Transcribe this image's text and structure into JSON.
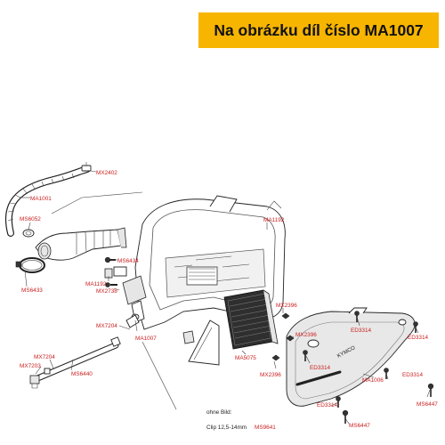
{
  "header": {
    "title": "Na obrázku díl číslo MA1007",
    "highlight_color": "#f7b500"
  },
  "diagram": {
    "label_color": "#cc2020",
    "labels": {
      "ma1001": "MA1001",
      "mx2402": "MX2402",
      "ms6052": "MS6052",
      "ms6433": "MS6433",
      "ms6434": "MS6434",
      "ma1192a": "MA1192",
      "ma1192b": "MA1192",
      "mx2738": "MX2738",
      "mx7204a": "MX7204",
      "ma1007": "MA1007",
      "mx7204b": "MX7204",
      "mx7203": "MX7203",
      "ms6440": "MS6440",
      "mx2396a": "MX2396",
      "mx2396b": "MX2396",
      "mx2396c": "MX2396",
      "ma5075": "MA5075",
      "ed3314a": "ED3314",
      "ed3314b": "ED3314",
      "ed3314c": "ED3314",
      "ed3314d": "ED3314",
      "ed3314e": "ED3314",
      "ma1006": "MA1006",
      "ms6447a": "MS6447",
      "ms6447b": "MS6447",
      "ms9641": "MS9641"
    },
    "brand_mark": "KYMCO",
    "notes": {
      "ohne_bild": "ohne Bild:",
      "clip": "Clip 12,5-14mm"
    }
  }
}
